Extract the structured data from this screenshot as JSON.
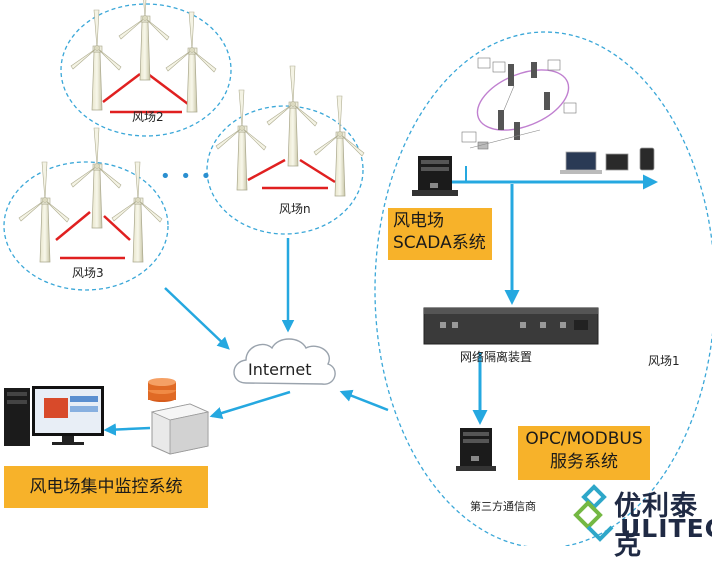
{
  "farms": {
    "farm2": "风场2",
    "farm3": "风场3",
    "farmn": "风场n",
    "farm1": "风场1"
  },
  "ellipsis": "• • •",
  "internet": "Internet",
  "scada_box": {
    "line1": "风电场",
    "line2": "SCADA系统"
  },
  "gateway_label": "网络隔离装置",
  "opc_box": {
    "line1": "OPC/MODBUS",
    "line2": "服务系统"
  },
  "third_party_label": "第三方通信商",
  "central_box": "风电场集中监控系统",
  "logo": {
    "cn": "优利泰克",
    "en": "ULITEC"
  },
  "colors": {
    "arrow": "#25a8e0",
    "dashed_circle": "#3aa7d8",
    "turbine_link": "#e02020",
    "orange_box": "#f7b22a",
    "ring": "#c080d0"
  }
}
